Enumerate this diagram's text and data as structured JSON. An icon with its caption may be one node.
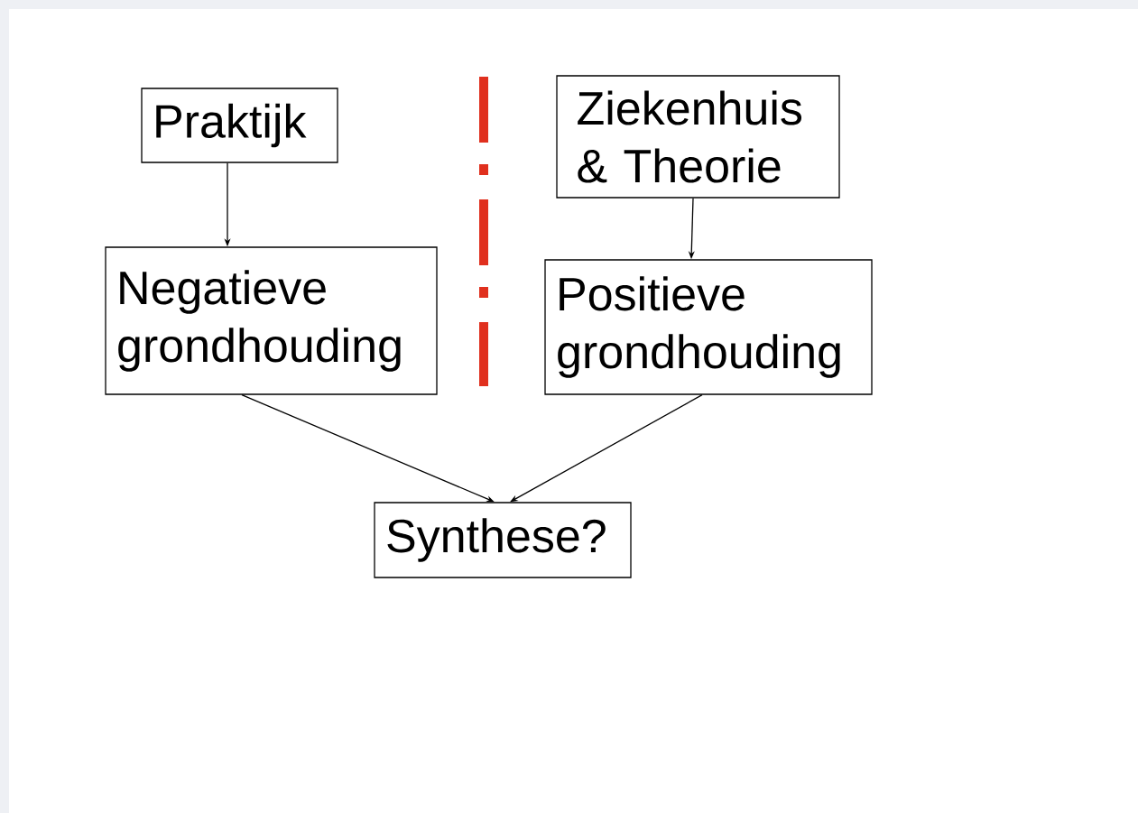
{
  "diagram": {
    "nodes": [
      {
        "text": [
          "Praktijk"
        ]
      },
      {
        "text": [
          "Negatieve grondhouding"
        ]
      },
      {
        "text": [
          "Ziekenhuis & Theorie"
        ]
      },
      {
        "text": [
          "Positieve grondhouding"
        ]
      },
      {
        "text": [
          "Synthese?"
        ]
      }
    ],
    "edges": [
      {
        "from": 0,
        "to": 1,
        "arrow": "to"
      },
      {
        "from": 2,
        "to": 3,
        "arrow": "to"
      },
      {
        "from": 1,
        "to": 4,
        "arrow": "to"
      },
      {
        "from": 3,
        "to": 4,
        "arrow": "to"
      }
    ]
  }
}
